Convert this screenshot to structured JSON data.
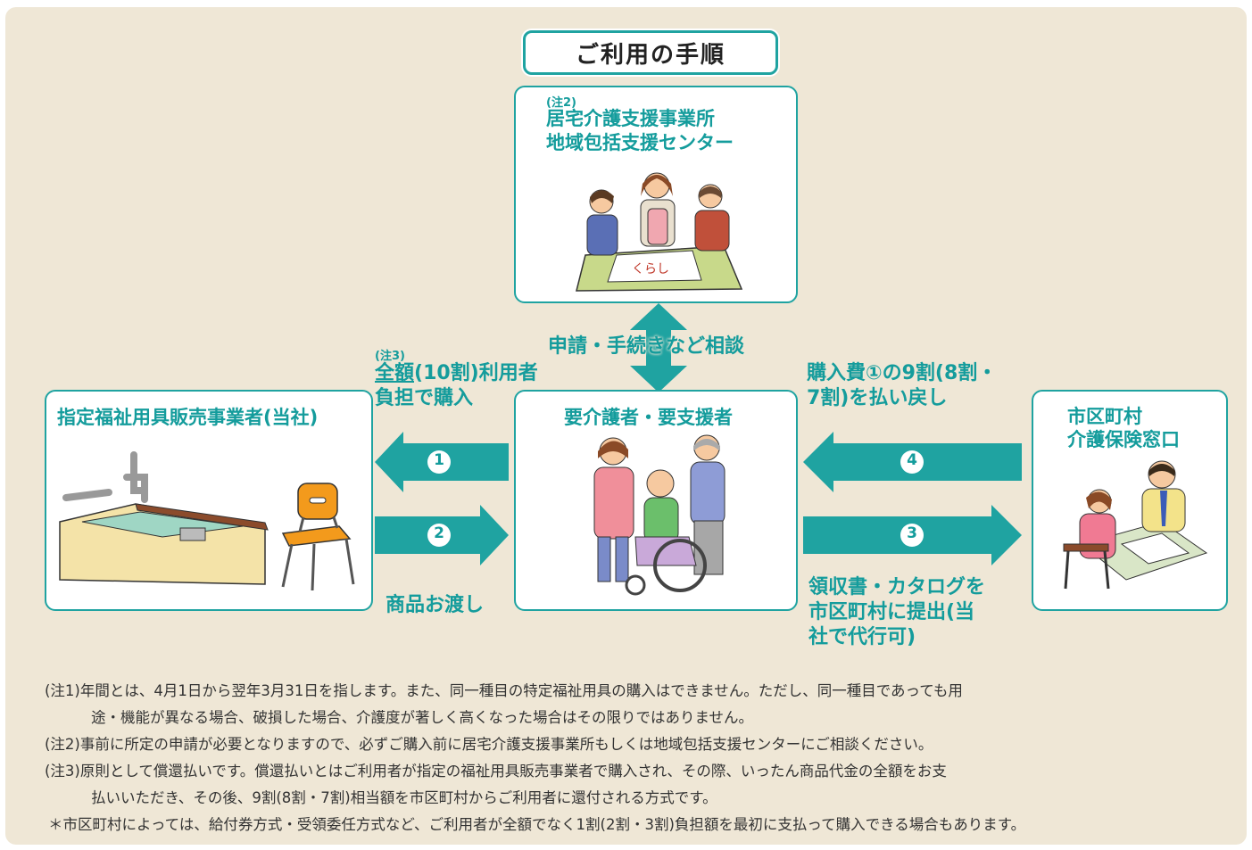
{
  "title": "ご利用の手順",
  "care_office": {
    "note": "(注2)",
    "line1": "居宅介護支援事業所",
    "line2": "地域包括支援センター"
  },
  "dealer": {
    "label": "指定福祉用具販売事業者(当社)"
  },
  "user": {
    "label": "要介護者・要支援者"
  },
  "municipality": {
    "line1": "市区町村",
    "line2": "介護保険窓口"
  },
  "consult_label": "申請・手続きなど相談",
  "arrow1": {
    "number": "1",
    "note": "(注3)",
    "line1_underlined": "全額",
    "line1_rest": "(10割)利用者",
    "line2": "負担で購入"
  },
  "arrow2": {
    "number": "2",
    "label": "商品お渡し"
  },
  "arrow3": {
    "number": "3",
    "line1": "領収書・カタログを",
    "line2": "市区町村に提出(当",
    "line3": "社で代行可)"
  },
  "arrow4": {
    "number": "4",
    "line1": "購入費①の9割(8割・",
    "line2": "7割)を払い戻し"
  },
  "illustration_text": "くらし",
  "notes": [
    "(注1)年間とは、4月1日から翌年3月31日を指します。また、同一種目の特定福祉用具の購入はできません。ただし、同一種目であっても用",
    "途・機能が異なる場合、破損した場合、介護度が著しく高くなった場合はその限りではありません。",
    "(注2)事前に所定の申請が必要となりますので、必ずご購入前に居宅介護支援事業所もしくは地域包括支援センターにご相談ください。",
    "(注3)原則として償還払いです。償還払いとはご利用者が指定の福祉用具販売事業者で購入され、その際、いったん商品代金の全額をお支",
    "払いいただき、その後、9割(8割・7割)相当額を市区町村からご利用者に還付される方式です。",
    "＊市区町村によっては、給付券方式・受領委任方式など、ご利用者が全額でなく1割(2割・3割)負担額を最初に支払って購入できる場合もあります。"
  ],
  "colors": {
    "teal": "#1fa3a1",
    "text_teal": "#149c9c",
    "background": "#efe7d6"
  }
}
